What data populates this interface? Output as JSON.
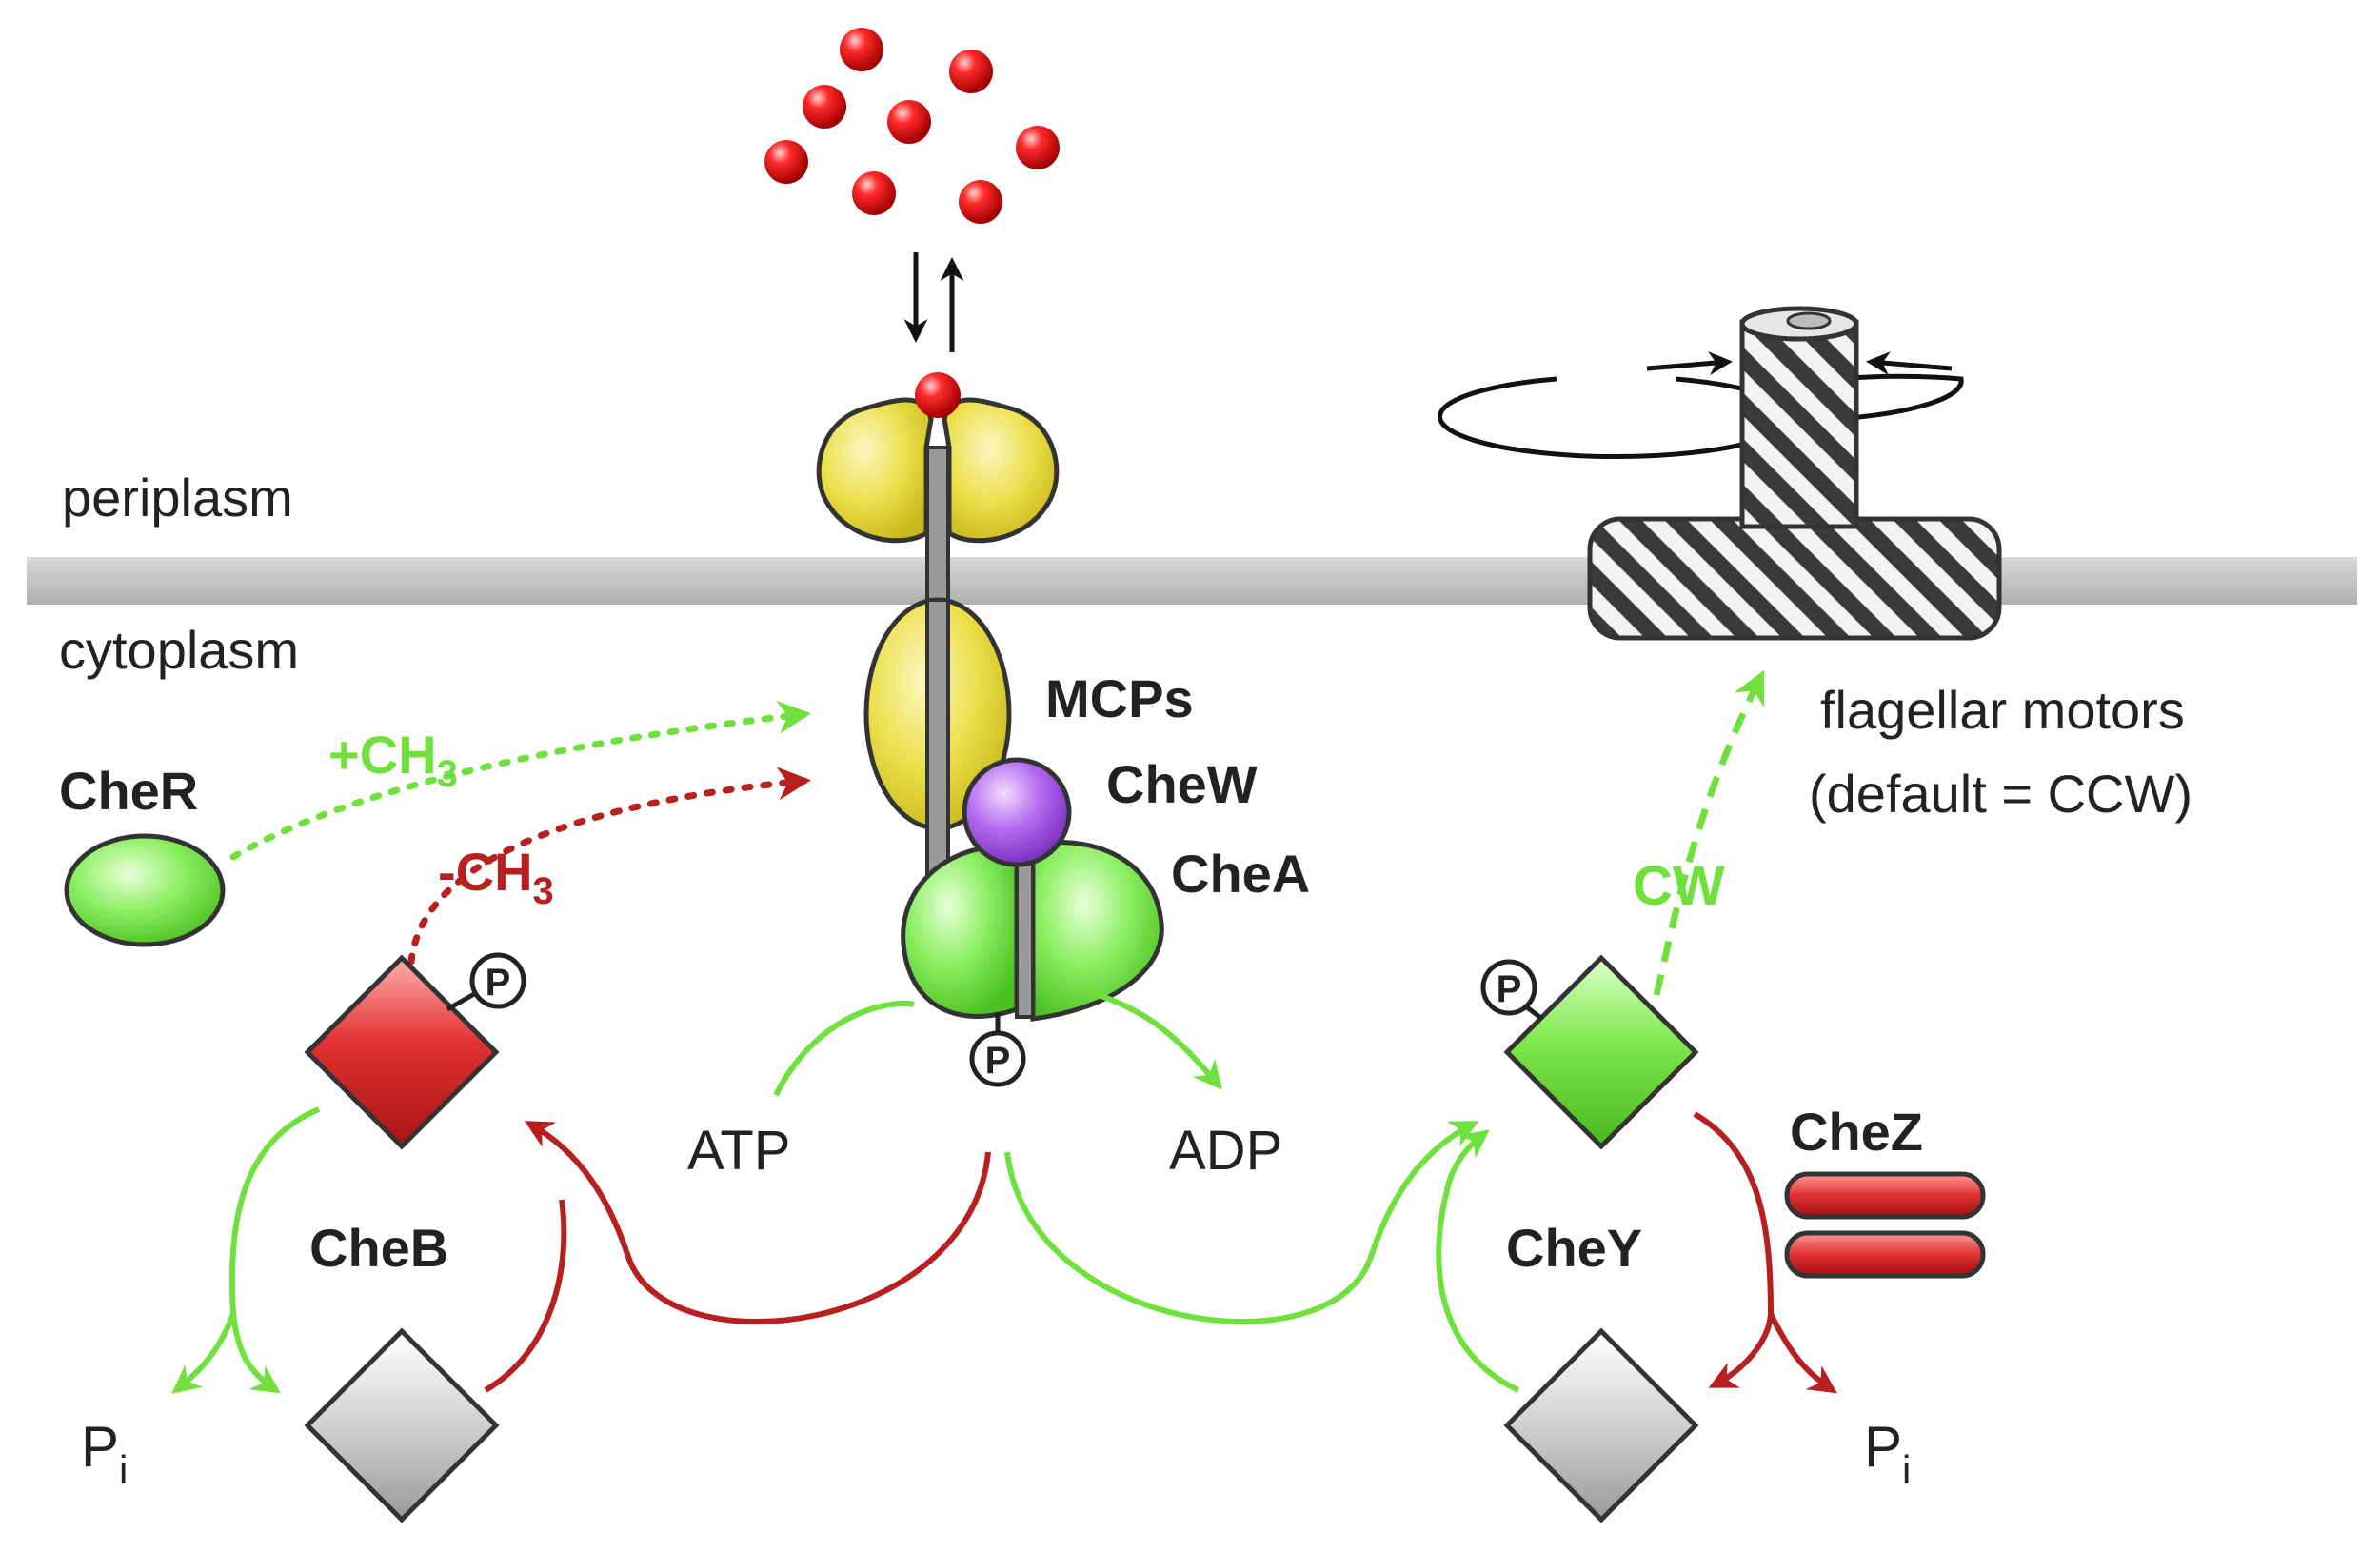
{
  "labels": {
    "periplasm": "periplasm",
    "cytoplasm": "cytoplasm",
    "mcps": "MCPs",
    "chew": "CheW",
    "chea": "CheA",
    "cher": "CheR",
    "cheb": "CheB",
    "chey": "CheY",
    "chez": "CheZ",
    "atp": "ATP",
    "adp": "ADP",
    "flagellar_line1": "flagellar motors",
    "flagellar_line2": "(default = CCW)",
    "cw": "CW",
    "methyl_add_prefix": "+CH",
    "methyl_remove_prefix": "-CH",
    "methyl_subscript": "3",
    "phospho": "P",
    "pi_main": "P",
    "pi_sub": "i"
  },
  "colors": {
    "membrane": "#c4c4c4",
    "receptor_yellow": "#e8dc3a",
    "chew_purple": "#a85fe0",
    "green": "#66e63a",
    "green_arrow": "#6fe03c",
    "red": "#d42a2a",
    "red_arrow": "#b82020",
    "grey_domain": "#c9c9c9",
    "ligand_red": "#e01414"
  },
  "icons": {
    "ligand": "red-sphere",
    "motor": "hatched-flagellar-motor",
    "phosphate": "circled-p"
  }
}
